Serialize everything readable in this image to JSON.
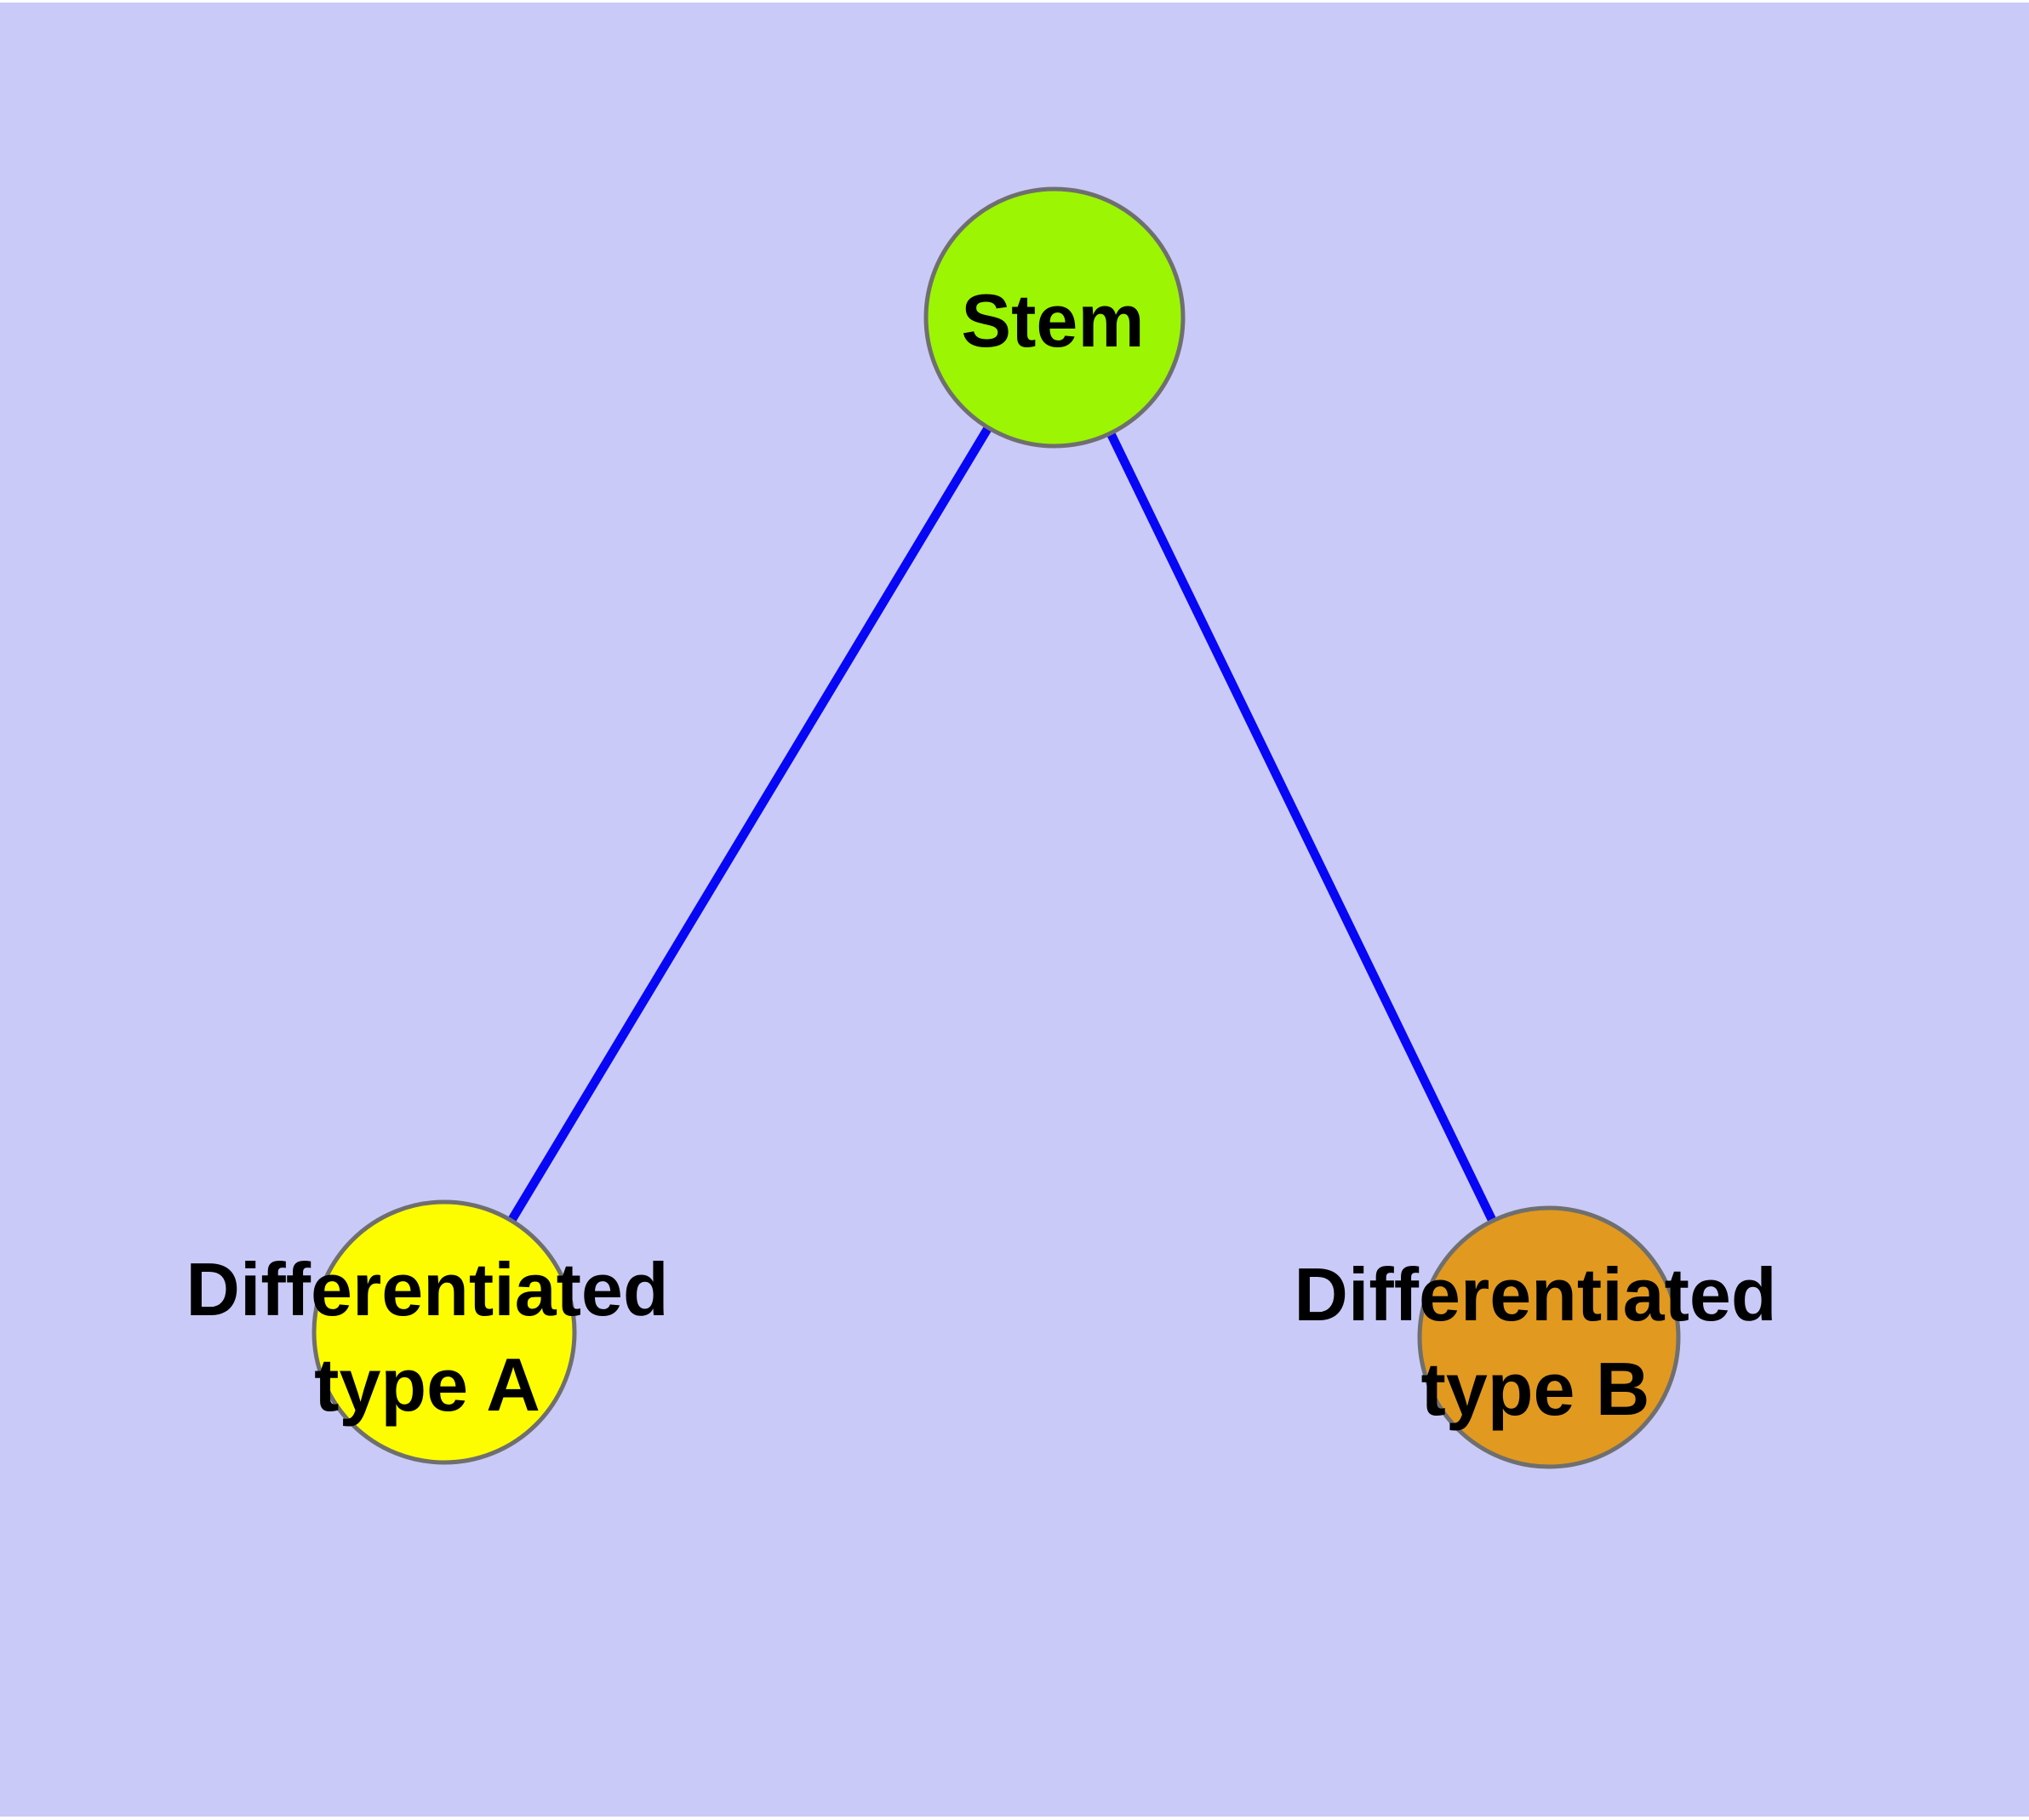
{
  "figure": {
    "type": "node-link-diagram",
    "background_color": "#cacaf8",
    "margin_color": "#ffffff",
    "edge_color": "#0707f5",
    "node_border_color": "#6f6f6f",
    "label_color": "#000000",
    "nodes": [
      {
        "id": "stem",
        "label": "Stem",
        "lines": [
          "Stem"
        ],
        "fill_color": "#9cf502"
      },
      {
        "id": "differentiated-type-a",
        "label": "Differentiated type A",
        "lines": [
          "Differentiated",
          "type A"
        ],
        "fill_color": "#fdfd00"
      },
      {
        "id": "differentiated-type-b",
        "label": "Differentiated type B",
        "lines": [
          "Differentiated",
          "type B"
        ],
        "fill_color": "#e2991f"
      }
    ],
    "edges": [
      {
        "from": "Stem",
        "to": "Differentiated type A"
      },
      {
        "from": "Stem",
        "to": "Differentiated type B"
      }
    ]
  }
}
